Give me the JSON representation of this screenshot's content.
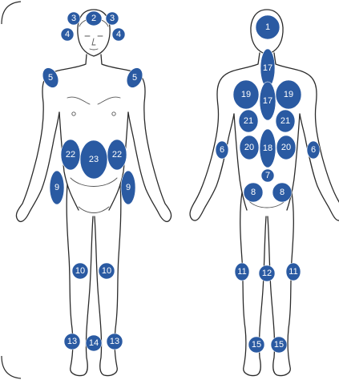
{
  "markers": [
    {
      "view": "front",
      "label": "2"
    },
    {
      "view": "front",
      "label": "3"
    },
    {
      "view": "front",
      "label": "3"
    },
    {
      "view": "front",
      "label": "4"
    },
    {
      "view": "front",
      "label": "4"
    },
    {
      "view": "front",
      "label": "5"
    },
    {
      "view": "front",
      "label": "5"
    },
    {
      "view": "front",
      "label": "22"
    },
    {
      "view": "front",
      "label": "23"
    },
    {
      "view": "front",
      "label": "22"
    },
    {
      "view": "front",
      "label": "9"
    },
    {
      "view": "front",
      "label": "9"
    },
    {
      "view": "front",
      "label": "10"
    },
    {
      "view": "front",
      "label": "10"
    },
    {
      "view": "front",
      "label": "13"
    },
    {
      "view": "front",
      "label": "14"
    },
    {
      "view": "front",
      "label": "13"
    },
    {
      "view": "back",
      "label": "1"
    },
    {
      "view": "back",
      "label": "17"
    },
    {
      "view": "back",
      "label": "17"
    },
    {
      "view": "back",
      "label": "19"
    },
    {
      "view": "back",
      "label": "19"
    },
    {
      "view": "back",
      "label": "21"
    },
    {
      "view": "back",
      "label": "21"
    },
    {
      "view": "back",
      "label": "20"
    },
    {
      "view": "back",
      "label": "18"
    },
    {
      "view": "back",
      "label": "20"
    },
    {
      "view": "back",
      "label": "6"
    },
    {
      "view": "back",
      "label": "6"
    },
    {
      "view": "back",
      "label": "7"
    },
    {
      "view": "back",
      "label": "8"
    },
    {
      "view": "back",
      "label": "8"
    },
    {
      "view": "back",
      "label": "11"
    },
    {
      "view": "back",
      "label": "12"
    },
    {
      "view": "back",
      "label": "11"
    },
    {
      "view": "back",
      "label": "15"
    },
    {
      "view": "back",
      "label": "15"
    }
  ],
  "colors": {
    "marker": "#2a5aa2",
    "marker_text": "#ffffff",
    "outline": "#2b2b2b"
  }
}
